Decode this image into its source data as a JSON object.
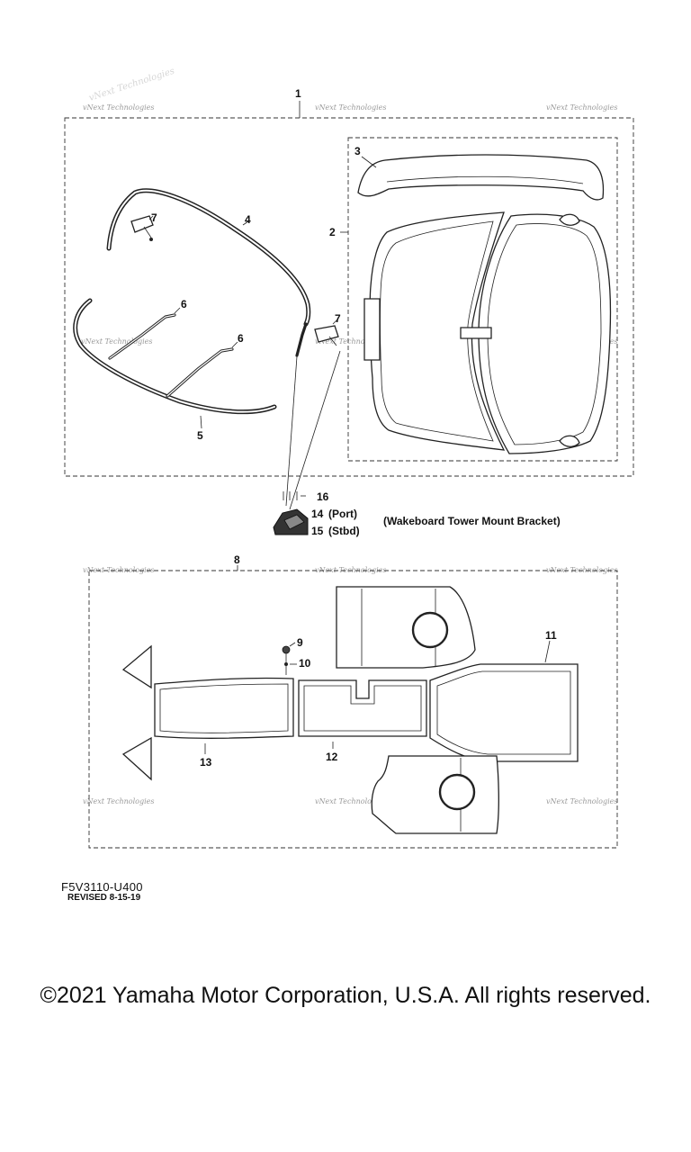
{
  "callouts": {
    "c1": "1",
    "c2": "2",
    "c3": "3",
    "c4": "4",
    "c5": "5",
    "c6a": "6",
    "c6b": "6",
    "c7a": "7",
    "c7b": "7",
    "c8": "8",
    "c9": "9",
    "c10": "10",
    "c11": "11",
    "c12": "12",
    "c13": "13",
    "c14": "14",
    "c14_note": "(Port)",
    "c15": "15",
    "c15_note": "(Stbd)",
    "c16": "16"
  },
  "bracket_label": "(Wakeboard Tower Mount Bracket)",
  "watermark": "vNext Technologies",
  "diagram_code": "F5V3110-U400",
  "revision": "REVISED 8-15-19",
  "copyright": "©2021 Yamaha Motor Corporation, U.S.A. All rights reserved."
}
